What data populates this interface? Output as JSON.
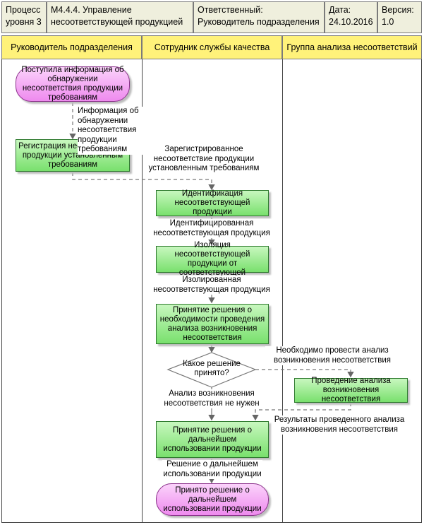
{
  "header": {
    "level_label": "Процесс\nуровня 3",
    "process_title": "М4.4.4.  Управление\nнесоответствующей продукцией",
    "responsible_label": "Ответственный:",
    "responsible_value": "Руководитель подразделения",
    "date_label": "Дата:",
    "date_value": "24.10.2016",
    "version_label": "Версия:",
    "version_value": "1.0"
  },
  "lanes": [
    {
      "title": "Руководитель подразделения"
    },
    {
      "title": "Сотрудник службы качества"
    },
    {
      "title": "Группа анализа несоответствий"
    }
  ],
  "nodes": {
    "start": "Поступила информация об обнаружении несоответствия продукции требованиям",
    "register": "Регистрация несоответствия продукции установленным требованиям",
    "identify": "Идентификация несоответствующей продукции",
    "isolate": "Изоляция несоответствующей продукции от соответствующей",
    "decide_analysis": "Принятие решения о необходимости проведения анализа возникновения несоответствия",
    "decision": "Какое решение принято?",
    "analysis": "Проведение анализа возникновения несоответствия",
    "decide_usage": "Принятие решения о дальнейшем использовании продукции",
    "end": "Принято решение о дальнейшем использовании продукции"
  },
  "flows": {
    "info_detected": "Информация об обнаружении несоответствия продукции требованиям",
    "registered": "Зарегистрированное несоответствие продукции установленным требованиям",
    "identified": "Идентифицированная несоответствующая продукция",
    "isolated": "Изолированная несоответствующая продукция",
    "need_analysis": "Необходимо провести анализ возникновения несоответствия",
    "no_analysis": "Анализ возникновения несоответствия не нужен",
    "analysis_results": "Результаты проведенного анализа возникновения несоответствия",
    "usage_decision": "Решение о дальнейшем использовании продукции"
  },
  "colors": {
    "header_bg": "#efefdd",
    "lane_header_bg": "#fff27a",
    "process_fill": "#79e06d",
    "terminal_fill": "#ee8aee"
  }
}
